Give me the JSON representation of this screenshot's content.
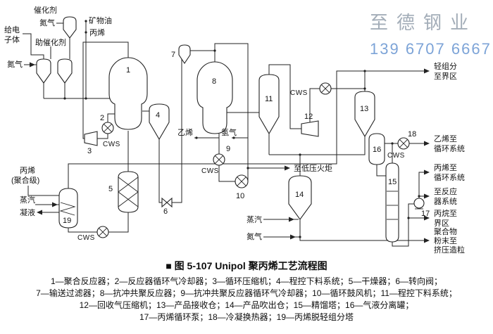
{
  "watermark": {
    "company": "至德钢业",
    "phone": "139 6707 6667"
  },
  "diagram": {
    "labels": {
      "catalyst": "催化剂",
      "nitrogen_top": "氮气",
      "mineral_oil": "矿物油",
      "propylene_top": "丙烯",
      "electron_donor_1": "给电",
      "electron_donor_2": "子体",
      "cocatalyst": "助催化剂",
      "nitrogen_left": "氮气",
      "cws_1": "CWS",
      "ethylene": "乙烯",
      "hydrogen": "氢气",
      "cws_2": "CWS",
      "propylene_feed_1": "丙烯",
      "propylene_feed_2": "(聚合级)",
      "steam_left": "蒸汽",
      "condensate": "凝液",
      "cws_3": "CWS",
      "flare": "至低压火炬",
      "cws_4": "CWS",
      "steam_bottom": "蒸汽",
      "nitrogen_bottom": "氮气",
      "cws_5": "CWS",
      "light_ends_1": "轻组分",
      "light_ends_2": "至界区",
      "ethylene_recycle_1": "乙烯至",
      "ethylene_recycle_2": "循环系统",
      "propylene_recycle_1": "丙烯至",
      "propylene_recycle_2": "循环系统",
      "to_reactor_1": "至反应",
      "to_reactor_2": "器系统",
      "propane_1": "丙烷至",
      "propane_2": "界区",
      "polymer_1": "聚合物",
      "polymer_2": "粉末至",
      "polymer_3": "挤压造粒"
    },
    "numbers": {
      "n1": "1",
      "n2": "2",
      "n3": "3",
      "n4": "4",
      "n5": "5",
      "n6": "6",
      "n7": "7",
      "n8": "8",
      "n9": "9",
      "n10": "10",
      "n11": "11",
      "n12": "12",
      "n13": "13",
      "n14": "14",
      "n15": "15",
      "n16": "16",
      "n17": "17",
      "n18": "18",
      "n19": "19"
    }
  },
  "caption": {
    "title": "■ 图 5-107  Unipol 聚丙烯工艺流程图",
    "legend": [
      "1—聚合反应器；2—反应器循环气冷却器；3—循环压缩机；4—程控下料系统；5—干燥器；6—转向阀；",
      "7—输送过滤器；8—抗冲共聚反应器；9—抗冲共聚反应器循环气冷却器；10—循环鼓风机；11—程控下料系统；",
      "12—回收气压缩机；13—产品接收仓；14—产品吹出仓；15—精馏塔；16—气液分离罐；",
      "17—丙烯循环泵；18—冷凝换热器；19—丙烯脱轻组分塔"
    ]
  }
}
